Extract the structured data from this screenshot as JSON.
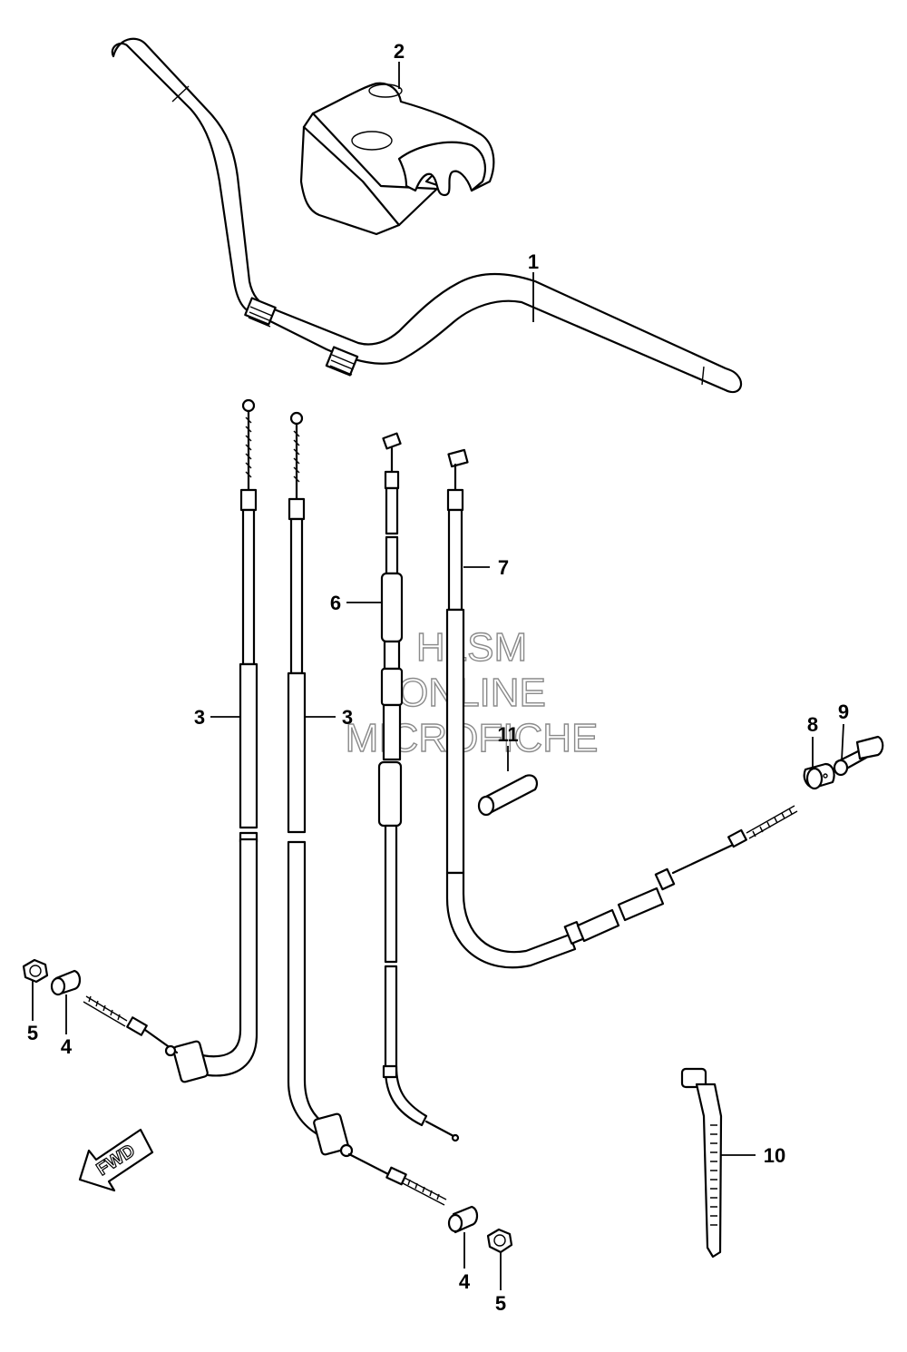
{
  "callouts": {
    "c1": "1",
    "c2": "2",
    "c3a": "3",
    "c3b": "3",
    "c4a": "4",
    "c4b": "4",
    "c5a": "5",
    "c5b": "5",
    "c6": "6",
    "c7": "7",
    "c8": "8",
    "c9": "9",
    "c10": "10",
    "c11": "11"
  },
  "watermark": {
    "line1": "HLSM",
    "line2": "ONLINE",
    "line3": "MICROFICHE"
  },
  "direction": {
    "label": "FWD",
    "icon": "forward-arrow-icon"
  }
}
